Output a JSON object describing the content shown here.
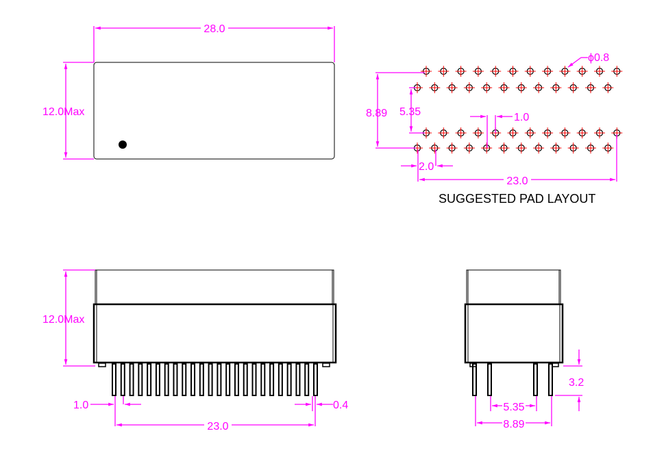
{
  "title": "SUGGESTED PAD LAYOUT",
  "colors": {
    "dimension": "#ff00ff",
    "outline": "#000000",
    "pad_cross": "#ff0000"
  },
  "top_view": {
    "width": "28.0",
    "height": "12.0Max"
  },
  "pad_layout": {
    "pad_diameter": "ϕ0.8",
    "row_span": "8.89",
    "row_gap": "5.35",
    "stagger": "1.0",
    "pitch": "2.0",
    "total": "23.0",
    "pads_per_row": 12,
    "rows": 4
  },
  "front_view": {
    "height": "12.0Max",
    "pin_pitch": "1.0",
    "pin_width": "0.4",
    "total": "23.0",
    "pin_count": 24
  },
  "side_view": {
    "inner_span": "5.35",
    "outer_span": "8.89",
    "pin_length": "3.2"
  }
}
